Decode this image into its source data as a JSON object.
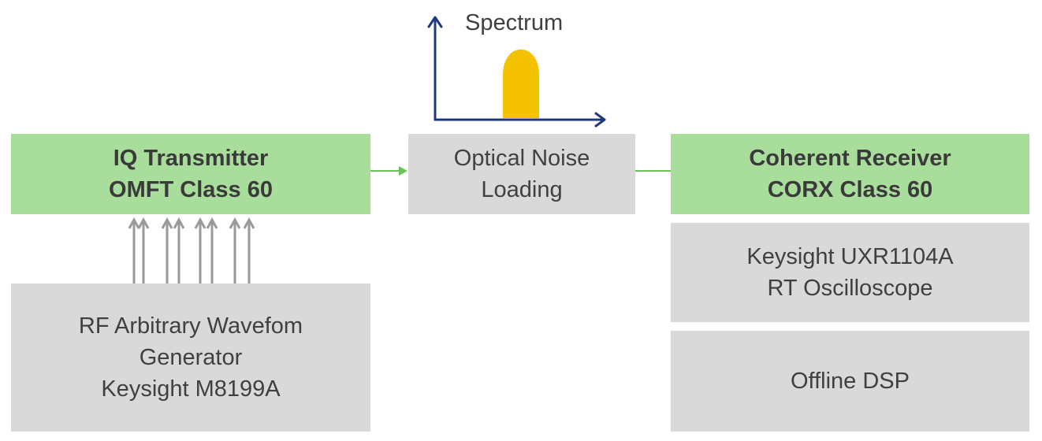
{
  "spectrum": {
    "label": "Spectrum"
  },
  "blocks": {
    "transmitter": {
      "line1": "IQ Transmitter",
      "line2": "OMFT Class 60"
    },
    "noise_loading": {
      "line1": "Optical Noise",
      "line2": "Loading"
    },
    "receiver": {
      "line1": "Coherent Receiver",
      "line2": "CORX Class 60"
    },
    "awg": {
      "line1": "RF Arbitrary Wavefom",
      "line2": "Generator",
      "line3": "Keysight M8199A"
    },
    "oscilloscope": {
      "line1": "Keysight UXR1104A",
      "line2": "RT Oscilloscope"
    },
    "dsp": {
      "line1": "Offline DSP"
    }
  },
  "colors": {
    "green_block": "#a8dd9c",
    "grey_block": "#d9d9d9",
    "axis": "#1f3a7a",
    "spectrum_fill": "#f5c200",
    "optical_link": "#6cc25a",
    "rf_arrows": "#9a9a9a"
  }
}
